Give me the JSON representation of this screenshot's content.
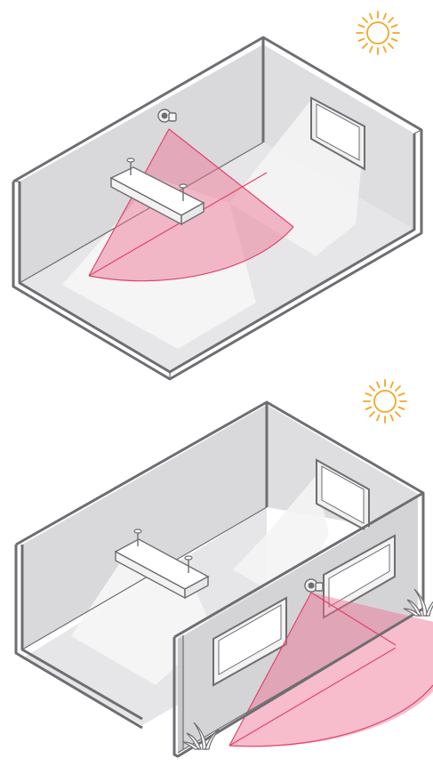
{
  "scenes": [
    {
      "name": "indoor-sensor-scene",
      "sensor_location": "ceiling-corner",
      "sun_icon": "sun-icon"
    },
    {
      "name": "outdoor-sensor-scene",
      "sensor_location": "exterior-wall",
      "sun_icon": "sun-icon"
    }
  ],
  "colors": {
    "wall_fill": "#dcdcde",
    "wall_stroke": "#6e6e72",
    "floor_fill": "#e4e4e6",
    "light_patch": "#f7f7f8",
    "detection_zone": "#f06d8d",
    "detection_zone_opacity": 0.45,
    "sun": "#f5a623",
    "plant": "#6e6e72"
  }
}
